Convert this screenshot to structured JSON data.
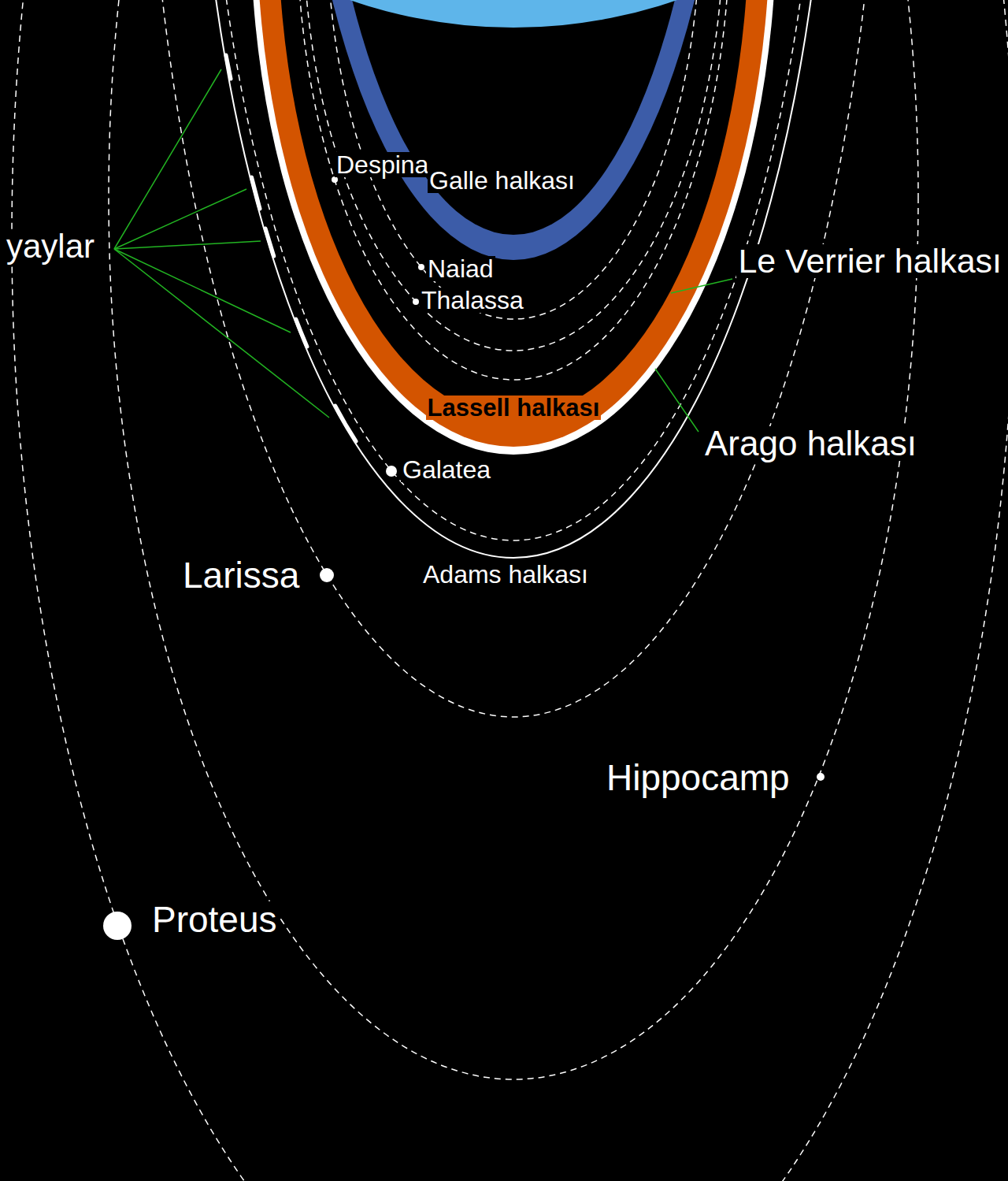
{
  "diagram": {
    "labels": [
      "Despina",
      "Galle halkası",
      "yaylar",
      "Le Verrier halkası",
      "Naiad",
      "Thalassa",
      "Lassell halkası",
      "Arago halkası",
      "Galatea",
      "Larissa",
      "Adams halkası",
      "Hippocamp",
      "Proteus"
    ]
  }
}
